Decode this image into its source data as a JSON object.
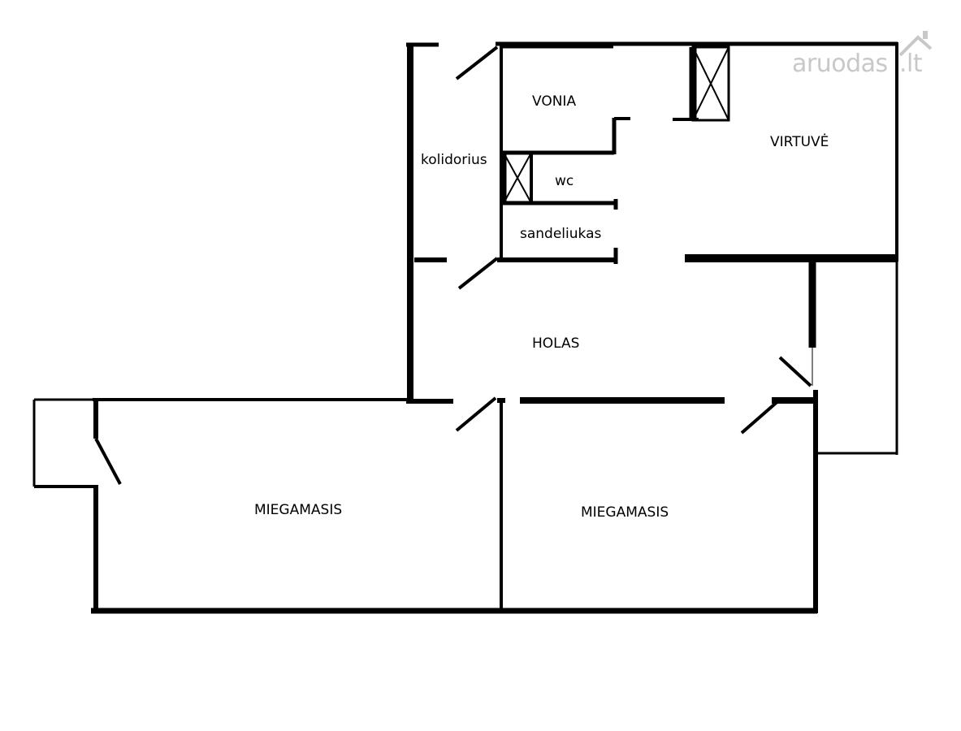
{
  "watermark": {
    "brand": "aruodas",
    "tld": ".lt",
    "color": "#c8c8c8"
  },
  "rooms": {
    "vonia": "VONIA",
    "virtuve": "VIRTUVĖ",
    "kolidorius": "kolidorius",
    "wc": "wc",
    "sandeliukas": "sandeliukas",
    "holas": "HOLAS",
    "miegamasis_left": "MIEGAMASIS",
    "miegamasis_right": "MIEGAMASIS"
  },
  "colors": {
    "wall": "#000000",
    "background": "#ffffff"
  }
}
